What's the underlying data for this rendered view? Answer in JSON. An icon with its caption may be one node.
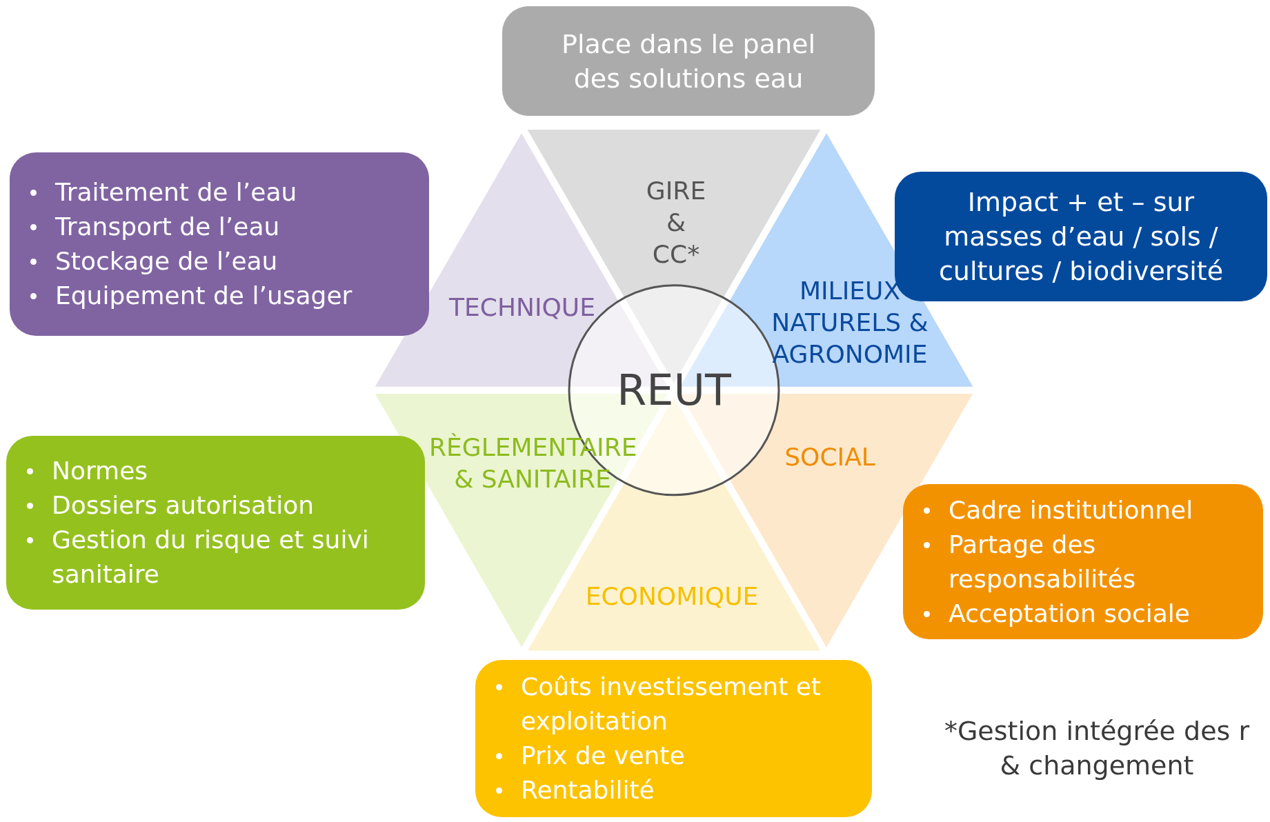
{
  "diagram": {
    "nodes": [
      {
        "text": [
          "Place dans le panel des solutions eau"
        ]
      },
      {
        "text": [
          "Traitement de l’eau",
          "Transport de l’eau",
          "Stockage de l’eau",
          "Equipement de l’usager"
        ]
      },
      {
        "text": [
          "GIRE & CC*"
        ]
      },
      {
        "text": [
          "Impact + et – sur masses d’eau / sols / cultures / biodiversité"
        ]
      },
      {
        "text": [
          "TECHNIQUE"
        ]
      },
      {
        "text": [
          "MILIEUX NATURELS & AGRONOMIE"
        ]
      },
      {
        "text": [
          "REUT"
        ]
      },
      {
        "text": [
          "RÈGLEMENTAIRE & SANITAIRE"
        ]
      },
      {
        "text": [
          "SOCIAL"
        ]
      },
      {
        "text": [
          "Normes",
          "Dossiers autorisation",
          "Gestion du risque et suivi sanitaire"
        ]
      },
      {
        "text": [
          "Cadre institutionnel",
          "Partage des responsabilités",
          "Acceptation sociale"
        ]
      },
      {
        "text": [
          "ECONOMIQUE"
        ]
      },
      {
        "text": [
          "Coûts investissement et exploitation",
          "Prix de vente",
          "Rentabilité"
        ]
      }
    ],
    "labels": [
      "*Gestion intégrée des r & changement"
    ]
  }
}
